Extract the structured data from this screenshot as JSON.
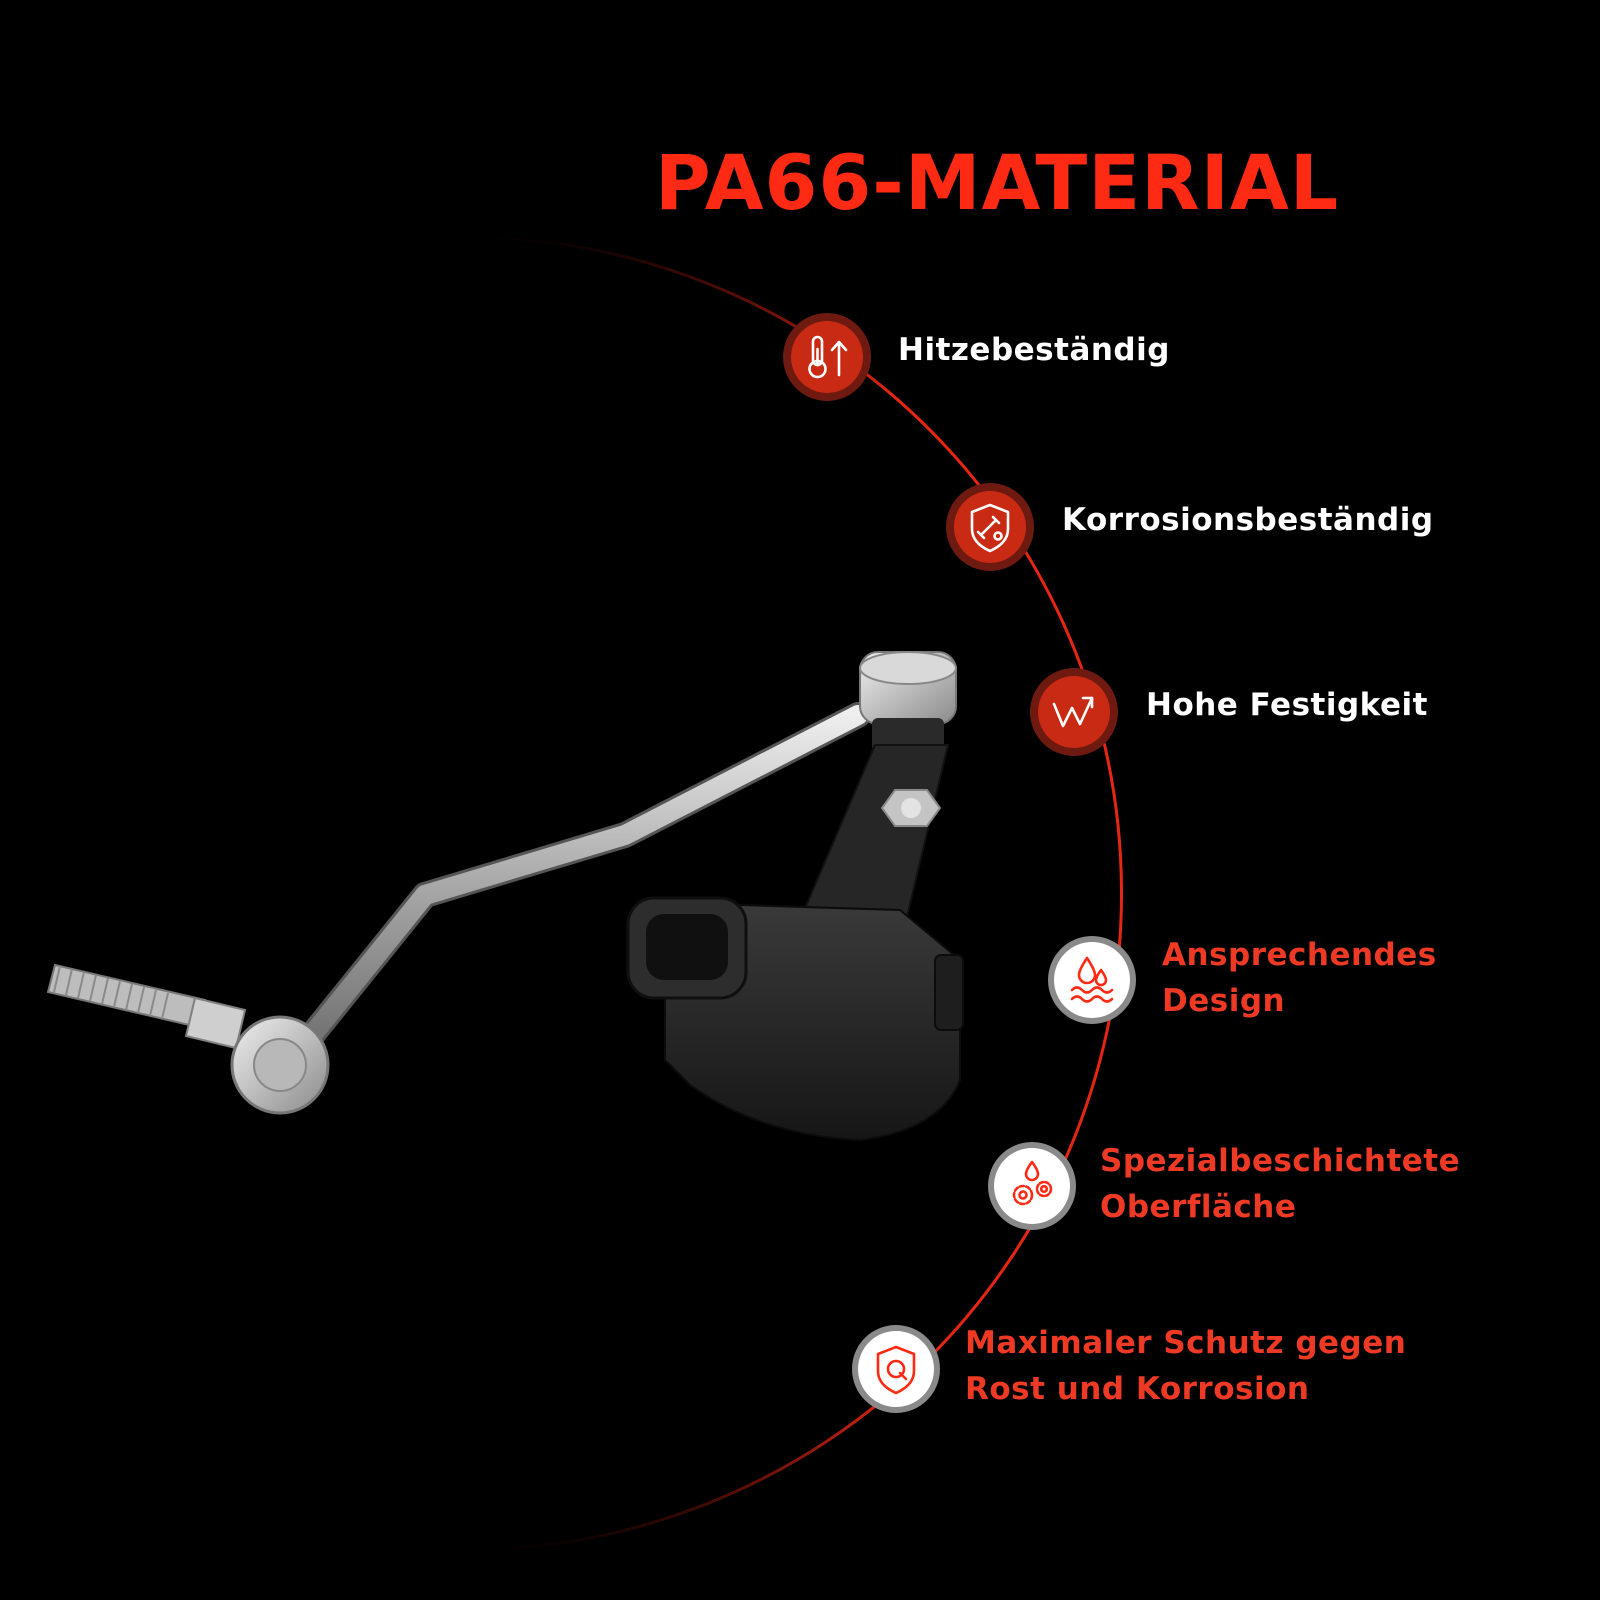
{
  "title": "PA66-MATERIAL",
  "colors": {
    "accent": "#ff2a14",
    "badge_red": "#c92a14",
    "badge_white": "#ffffff",
    "text_white": "#ffffff",
    "text_red": "#ee3a25"
  },
  "features": [
    {
      "lines": [
        "Hitzebeständig"
      ],
      "icon": "thermometer-up-icon",
      "badge": "red",
      "text_color": "white"
    },
    {
      "lines": [
        "Korrosionsbeständig"
      ],
      "icon": "shield-flask-icon",
      "badge": "red",
      "text_color": "white"
    },
    {
      "lines": [
        "Hohe Festigkeit"
      ],
      "icon": "zigzag-arrow-up-icon",
      "badge": "red",
      "text_color": "white"
    },
    {
      "lines": [
        "Ansprechendes",
        "Design"
      ],
      "icon": "drops-waves-icon",
      "badge": "white",
      "text_color": "red"
    },
    {
      "lines": [
        "Spezialbeschichtete",
        "Oberfläche"
      ],
      "icon": "drop-gears-icon",
      "badge": "white",
      "text_color": "red"
    },
    {
      "lines": [
        "Maximaler Schutz gegen",
        "Rost und Korrosion"
      ],
      "icon": "shield-q-icon",
      "badge": "white",
      "text_color": "red"
    }
  ],
  "product": {
    "name": "height-level-sensor"
  }
}
